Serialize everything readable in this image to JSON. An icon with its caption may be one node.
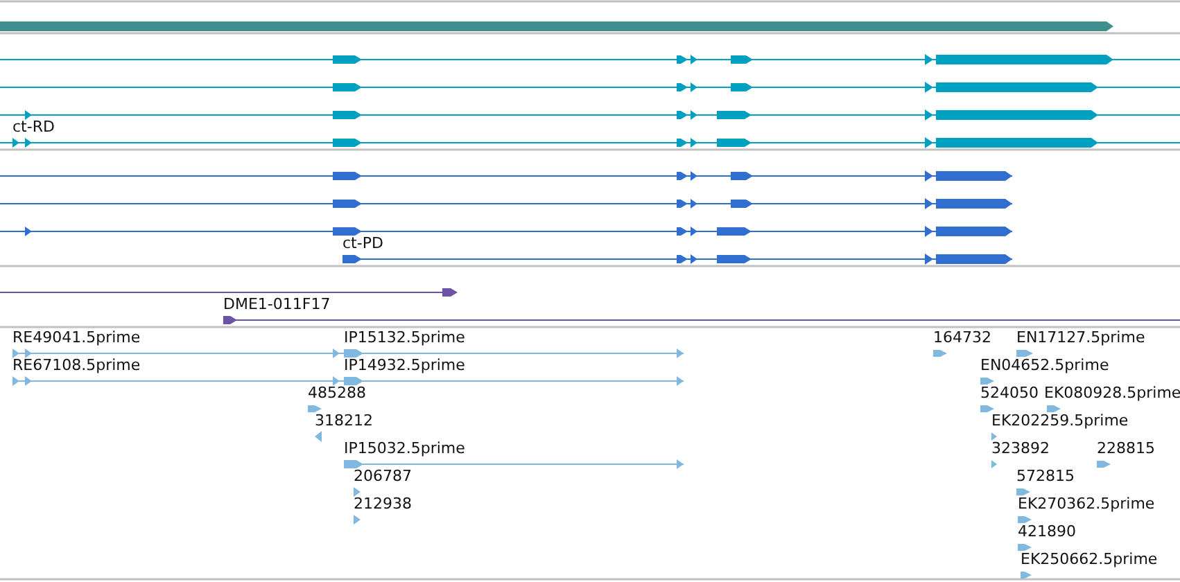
{
  "diagram": {
    "labels": [
      "ct-RD",
      "ct-PD",
      "DME1-011F17",
      "RE49041.5prime",
      "IP15132.5prime",
      "164732",
      "EN17127.5prime",
      "RE67108.5prime",
      "IP14932.5prime",
      "EN04652.5prime",
      "485288",
      "524050",
      "EK080928.5prime",
      "318212",
      "EK202259.5prime",
      "IP15032.5prime",
      "323892",
      "228815",
      "206787",
      "572815",
      "212938",
      "EK270362.5prime",
      "421890",
      "EK250662.5prime"
    ]
  }
}
